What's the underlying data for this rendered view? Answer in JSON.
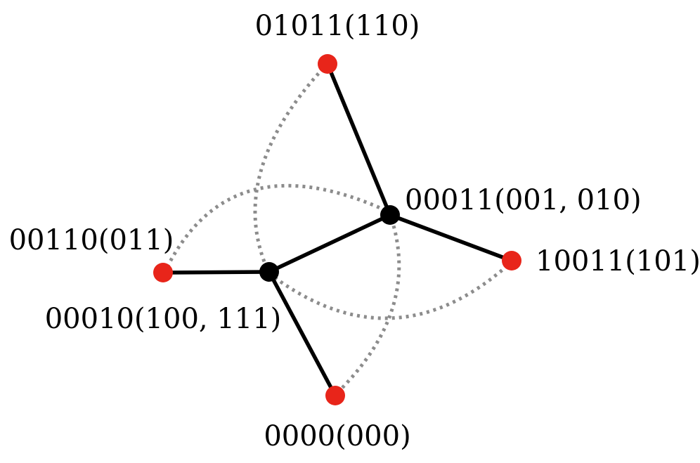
{
  "colors": {
    "leaf_node": "#e8251a",
    "hub_node": "#000000",
    "solid_edge": "#000000",
    "dotted_edge": "#8c8c8c"
  },
  "nodes": [
    {
      "id": "top",
      "label": "01011(110)",
      "kind": "leaf"
    },
    {
      "id": "left",
      "label": "00110(011)",
      "kind": "leaf"
    },
    {
      "id": "right",
      "label": "10011(101)",
      "kind": "leaf"
    },
    {
      "id": "bottom",
      "label": "0000(000)",
      "kind": "leaf"
    },
    {
      "id": "hubA",
      "label": "00011(001, 010)",
      "kind": "hub"
    },
    {
      "id": "hubB",
      "label": "00010(100, 111)",
      "kind": "hub"
    }
  ],
  "solid_edges": [
    [
      "top",
      "hubA"
    ],
    [
      "right",
      "hubA"
    ],
    [
      "hubA",
      "hubB"
    ],
    [
      "left",
      "hubB"
    ],
    [
      "bottom",
      "hubB"
    ]
  ],
  "dotted_edges": [
    [
      "top",
      "hubB"
    ],
    [
      "left",
      "hubA"
    ],
    [
      "right",
      "hubB"
    ],
    [
      "bottom",
      "hubA"
    ]
  ]
}
